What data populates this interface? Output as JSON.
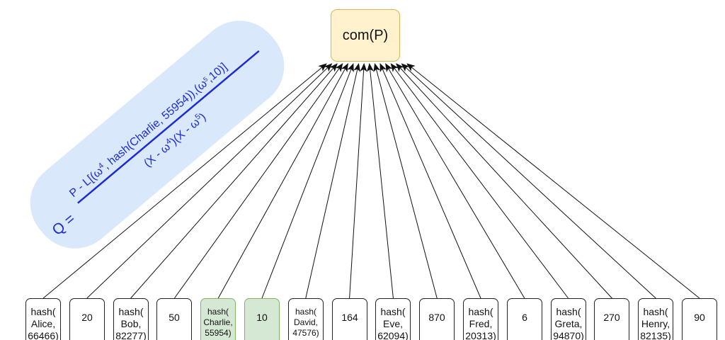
{
  "root": {
    "label": "com(P)"
  },
  "formula": {
    "lhs": "Q =",
    "numerator": {
      "prefix": "P - L[(ω",
      "exp1": "4",
      "middle": ", hash(Charlie, 55954)),(ω",
      "exp2": "5",
      "suffix": ",10)]"
    },
    "denominator": {
      "part1": "(X - ω",
      "exp1": "4",
      "part2": ")(X - ω",
      "exp2": "5",
      "part3": ")"
    }
  },
  "leaves": [
    {
      "text": "hash(\nAlice,\n66466)",
      "highlighted": false
    },
    {
      "text": "20",
      "highlighted": false
    },
    {
      "text": "hash(\nBob,\n82277)",
      "highlighted": false
    },
    {
      "text": "50",
      "highlighted": false
    },
    {
      "text": "hash(\nCharlie,\n55954)",
      "highlighted": true
    },
    {
      "text": "10",
      "highlighted": true
    },
    {
      "text": "hash(\nDavid,\n47576)",
      "highlighted": false
    },
    {
      "text": "164",
      "highlighted": false
    },
    {
      "text": "hash(\nEve,\n62094)",
      "highlighted": false
    },
    {
      "text": "870",
      "highlighted": false
    },
    {
      "text": "hash(\nFred,\n20313)",
      "highlighted": false
    },
    {
      "text": "6",
      "highlighted": false
    },
    {
      "text": "hash(\nGreta,\n94870)",
      "highlighted": false
    },
    {
      "text": "270",
      "highlighted": false
    },
    {
      "text": "hash(\nHenry,\n82135)",
      "highlighted": false
    },
    {
      "text": "90",
      "highlighted": false
    }
  ],
  "colors": {
    "formula_text": "#1c2bd6",
    "formula_bg": "#dae8fc",
    "highlight_fill": "#d5e8d4",
    "highlight_border": "#82b366",
    "root_fill": "#fff2cc",
    "root_border": "#d6b656"
  }
}
